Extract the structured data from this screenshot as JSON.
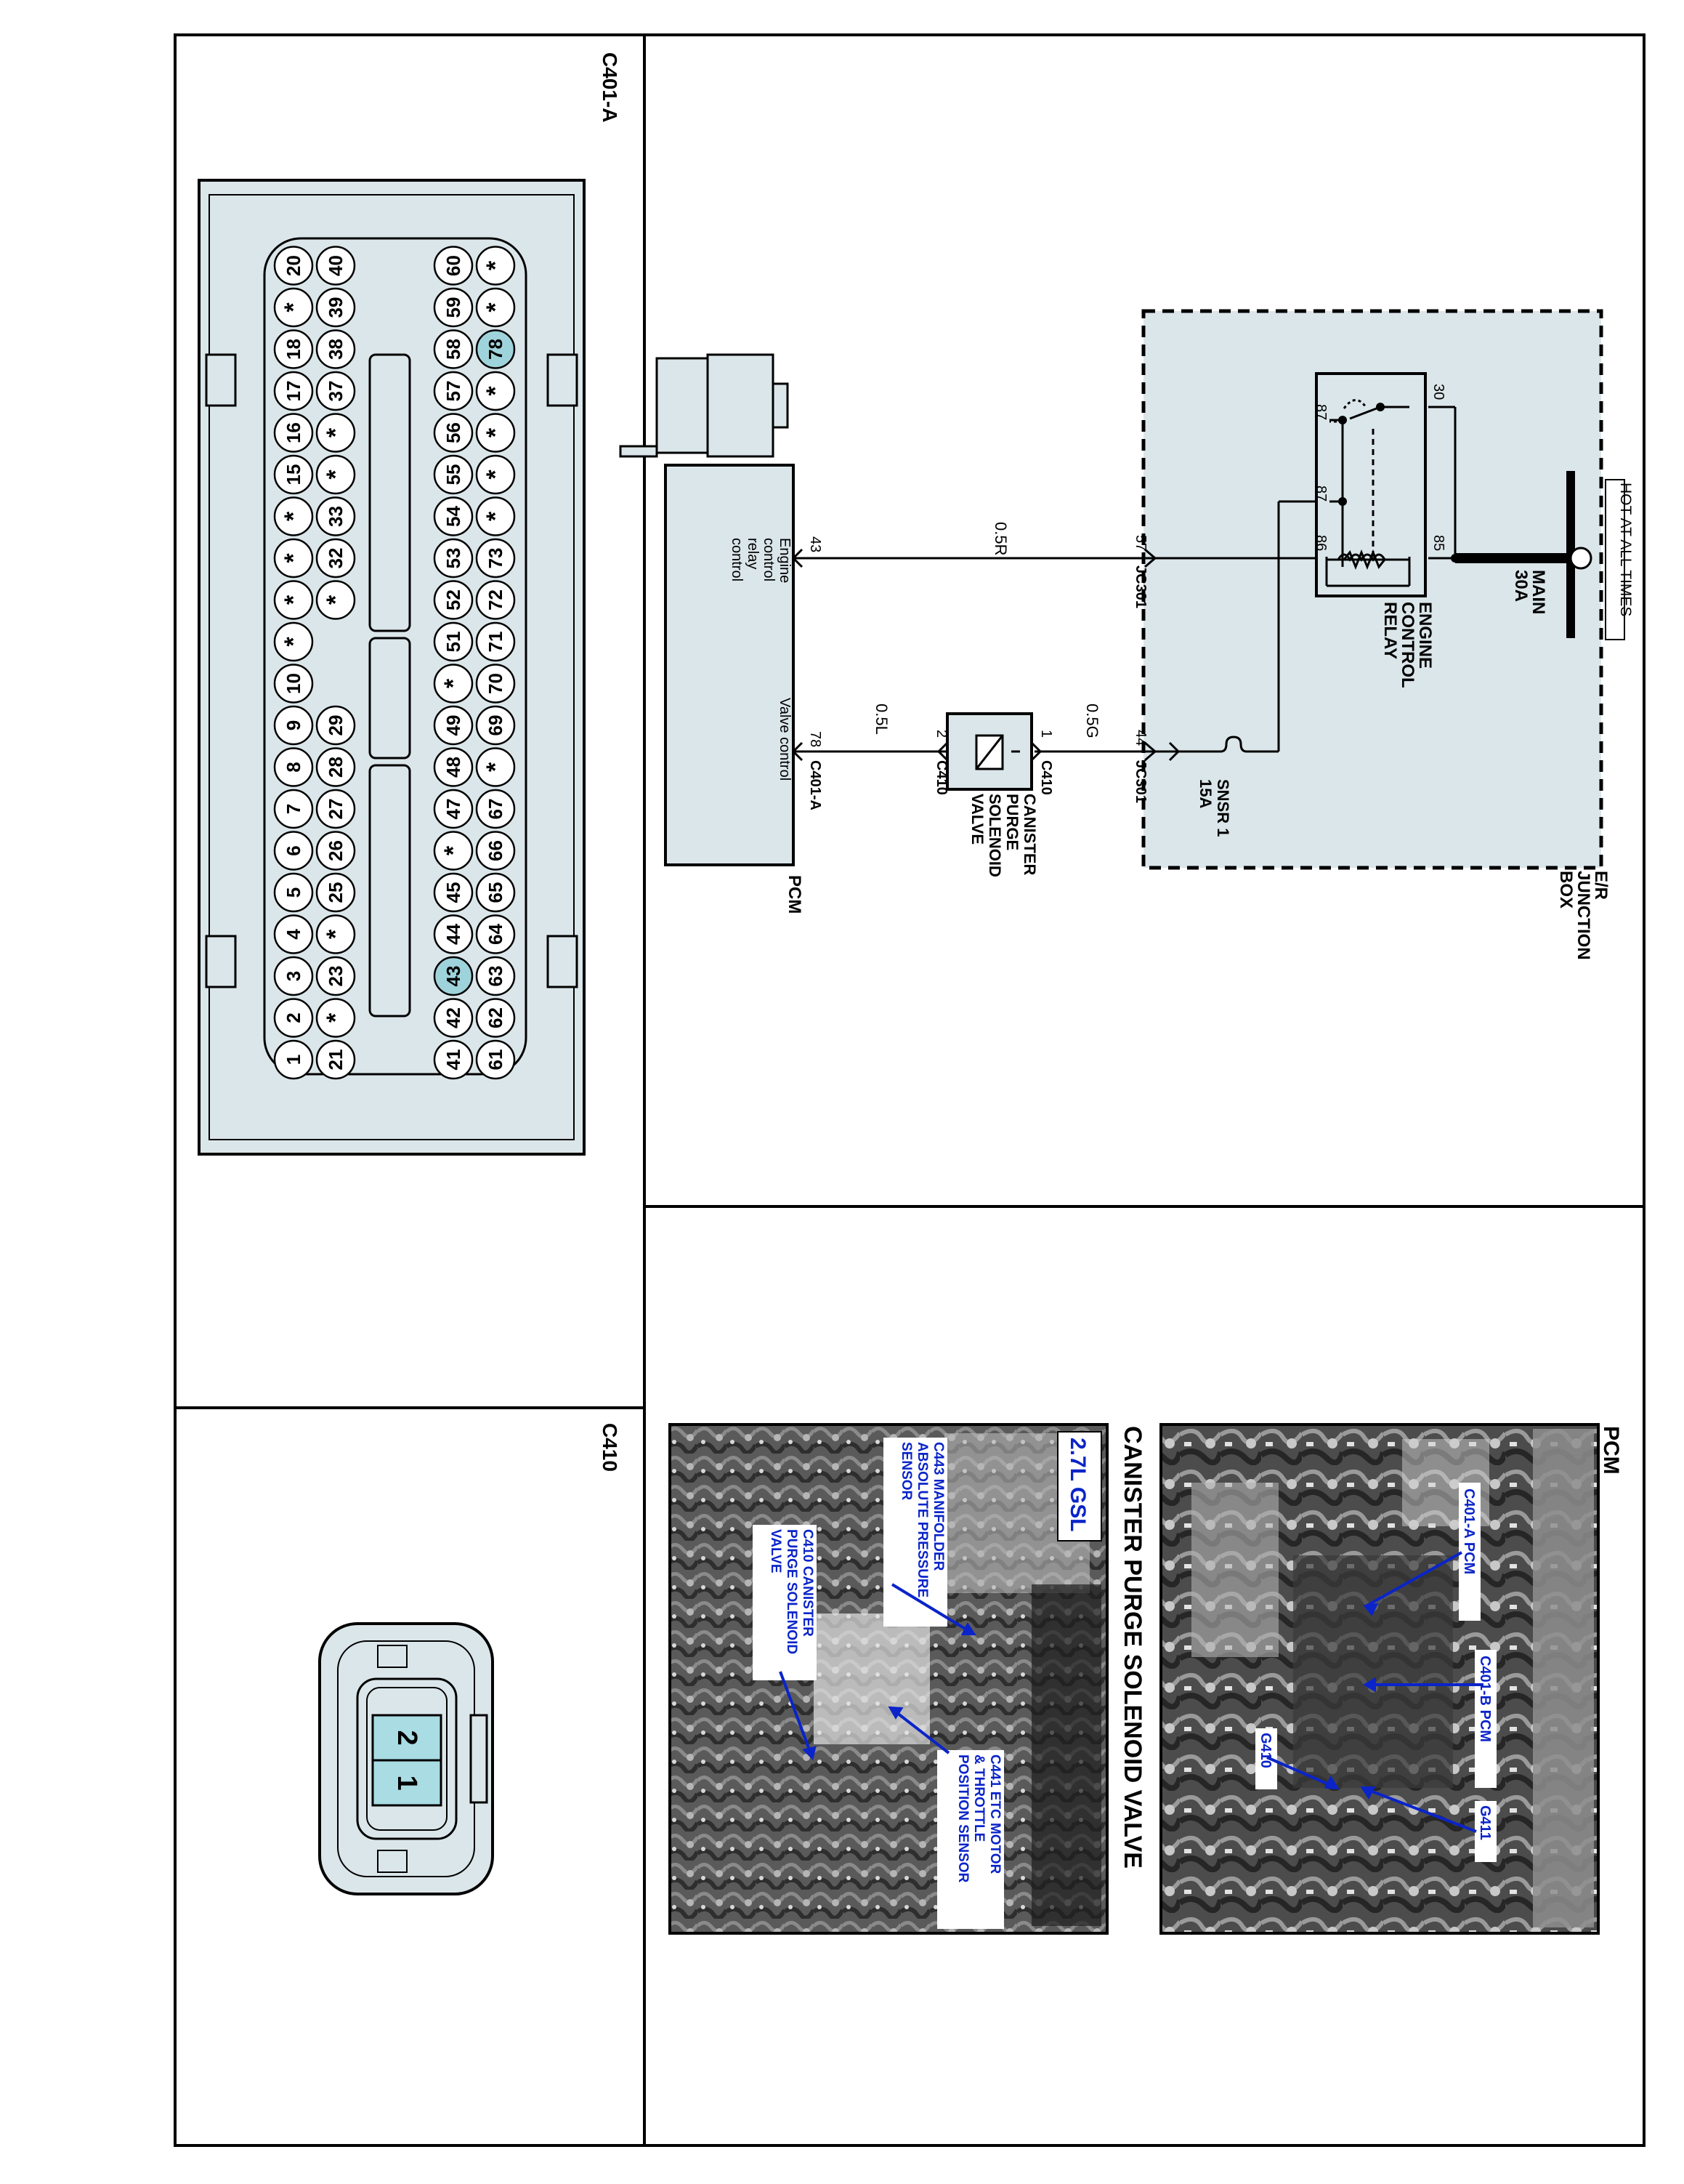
{
  "connector_a": {
    "title": "C401-A",
    "row1": [
      "20",
      "*",
      "18",
      "17",
      "16",
      "15",
      "*",
      "*",
      "*",
      "*",
      "10",
      "9",
      "8",
      "7",
      "6",
      "5",
      "4",
      "3",
      "2",
      "1"
    ],
    "row2": [
      "40",
      "39",
      "38",
      "37",
      "*",
      "*",
      "33",
      "32",
      "*",
      "29",
      "28",
      "27",
      "26",
      "25",
      "*",
      "23",
      "*",
      "21"
    ],
    "row3": [
      "60",
      "59",
      "58",
      "57",
      "56",
      "55",
      "54",
      "53",
      "52",
      "51",
      "*",
      "49",
      "48",
      "47",
      "*",
      "45",
      "44",
      "43",
      "42",
      "41"
    ],
    "row4": [
      "*",
      "*",
      "78",
      "*",
      "*",
      "*",
      "*",
      "73",
      "72",
      "71",
      "70",
      "69",
      "*",
      "67",
      "66",
      "65",
      "64",
      "63",
      "62",
      "61"
    ],
    "highlight_color": "#9fd3dc"
  },
  "connector_b": {
    "title": "C410",
    "pins": [
      "2",
      "1"
    ],
    "pin_color": "#a9dce3"
  },
  "schematic": {
    "hot_label": "HOT AT ALL TIMES",
    "main_fuse": [
      "MAIN",
      "30A"
    ],
    "box_label": [
      "E/R",
      "JUNCTION",
      "BOX"
    ],
    "relay_label": [
      "ENGINE",
      "CONTROL",
      "RELAY"
    ],
    "relay_pins": {
      "p30": "30",
      "p87_top": "87",
      "p87_bottom": "87",
      "p85": "85",
      "p86": "86"
    },
    "fuse_label": [
      "SNSR 1",
      "15A"
    ],
    "jc_left": {
      "pin": "57",
      "name": "JC301"
    },
    "jc_right": {
      "pin": "44",
      "name": "JC301"
    },
    "wire_r": "0.5R",
    "wire_g": "0.5G",
    "wire_l": "0.5L",
    "valve_pin1": "1",
    "valve_pin2": "2",
    "valve_conn_top": "C410",
    "valve_conn_bottom": "C410",
    "valve_label": [
      "CANISTER",
      "PURGE",
      "SOLENOID",
      "VALVE"
    ],
    "pcm_pin43": "43",
    "pcm_pin78": "78",
    "pcm_conn": "C401-A",
    "pcm_text1": [
      "Engine",
      "control",
      "relay",
      "control"
    ],
    "pcm_text2": "Valve control",
    "pcm_name": "PCM"
  },
  "photos": {
    "section_title": "CANISTER PURGE SOLENOID VALVE",
    "pcm_title": "PCM",
    "pcm_labels": [
      "C401-A PCM",
      "C401-B PCM",
      "G410",
      "G411"
    ],
    "engine_badge": "2.7L GSL",
    "engine_labels": [
      [
        "C443 MANIFOLDER",
        "ABSOLUTE PRESSURE",
        "SENSOR"
      ],
      [
        "C410 CANISTER",
        "PURGE SOLENOID",
        "VALVE"
      ],
      [
        "C441 ETC MOTOR",
        "& THROTTLE",
        "POSITION SENSOR"
      ]
    ]
  }
}
